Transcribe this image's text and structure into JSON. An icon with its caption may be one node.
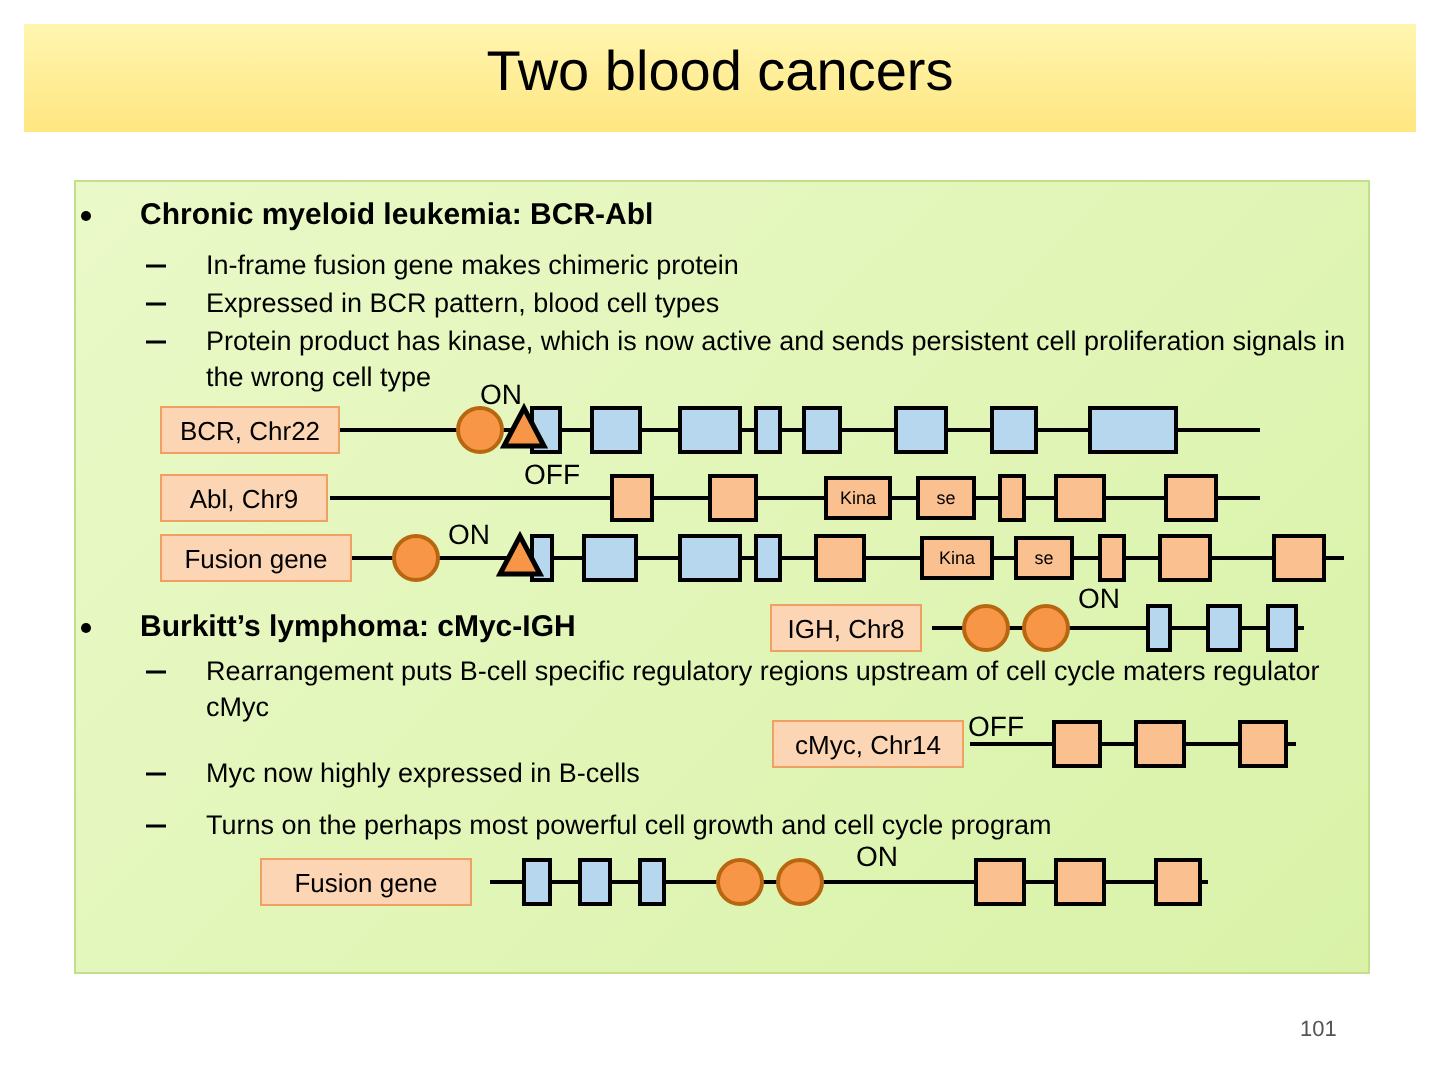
{
  "diagram": {
    "title": "Two blood cancers",
    "nodes": [
      {
        "text": [
          "BCR, Chr22"
        ]
      },
      {
        "text": [
          "Abl, Chr9"
        ]
      },
      {
        "text": [
          "Kina"
        ]
      },
      {
        "text": [
          "se"
        ]
      },
      {
        "text": [
          "Fusion gene"
        ]
      },
      {
        "text": [
          "Kina"
        ]
      },
      {
        "text": [
          "se"
        ]
      },
      {
        "text": [
          "IGH, Chr8"
        ]
      },
      {
        "text": [
          "cMyc, Chr14"
        ]
      },
      {
        "text": [
          "Fusion gene"
        ]
      }
    ],
    "labels": [
      "Chronic myeloid leukemia: BCR-Abl",
      "In-frame fusion gene makes chimeric protein",
      "Expressed in BCR pattern, blood cell types",
      "Protein product has kinase, which is now active and sends persistent cell proliferation signals in the wrong cell type",
      "ON",
      "OFF",
      "ON",
      "Burkitt’s lymphoma: cMyc-IGH",
      "ON",
      "Rearrangement puts B-cell specific regulatory regions upstream of cell cycle maters regulator cMyc",
      "OFF",
      "Myc now highly expressed in B-cells",
      "Turns on the perhaps most powerful cell growth and cell cycle program",
      "ON",
      "101"
    ]
  }
}
